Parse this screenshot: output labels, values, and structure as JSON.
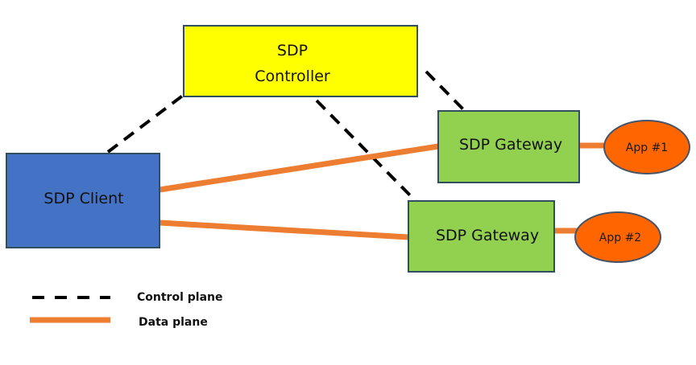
{
  "diagram": {
    "title": "Software Defined Perimeter architecture",
    "colors": {
      "controller_fill": "#FFFF00",
      "client_fill": "#4472C4",
      "gateway_fill": "#92D050",
      "app_fill": "#FF6600",
      "box_border": "#2F4F5F",
      "data_plane": "#ED7D31",
      "control_plane": "#000000"
    },
    "nodes": {
      "controller": {
        "line1": "SDP",
        "line2": "Controller"
      },
      "client": {
        "label": "SDP Client"
      },
      "gateway1": {
        "label": "SDP Gateway"
      },
      "gateway2": {
        "label": "SDP Gateway"
      },
      "app1": {
        "label": "App #1"
      },
      "app2": {
        "label": "App #2"
      }
    },
    "connections": [
      {
        "from": "client",
        "to": "controller",
        "type": "control"
      },
      {
        "from": "controller",
        "to": "gateway1",
        "type": "control"
      },
      {
        "from": "controller",
        "to": "gateway2",
        "type": "control"
      },
      {
        "from": "client",
        "to": "gateway1",
        "type": "data"
      },
      {
        "from": "client",
        "to": "gateway2",
        "type": "data"
      },
      {
        "from": "gateway1",
        "to": "app1",
        "type": "data"
      },
      {
        "from": "gateway2",
        "to": "app2",
        "type": "data"
      }
    ],
    "legend": {
      "control_plane": "Control plane",
      "data_plane": "Data plane"
    }
  }
}
